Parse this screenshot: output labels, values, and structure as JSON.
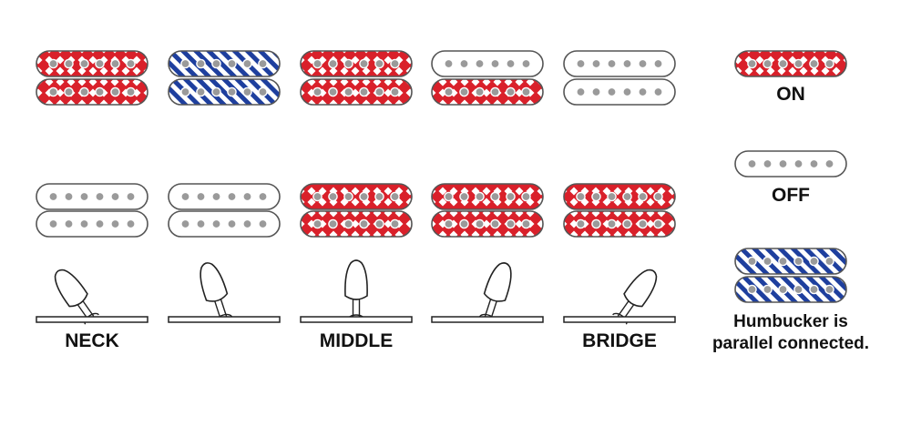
{
  "columns": [
    {
      "neck_pickup": [
        "on",
        "on"
      ],
      "bridge_pickup": [
        "off",
        "off"
      ],
      "switch_position": "neck",
      "label": "NECK"
    },
    {
      "neck_pickup": [
        "parallel",
        "parallel"
      ],
      "bridge_pickup": [
        "off",
        "off"
      ],
      "switch_position": "neck-middle",
      "label": ""
    },
    {
      "neck_pickup": [
        "on",
        "on"
      ],
      "bridge_pickup": [
        "on",
        "on"
      ],
      "switch_position": "middle",
      "label": "MIDDLE"
    },
    {
      "neck_pickup": [
        "off",
        "on"
      ],
      "bridge_pickup": [
        "on",
        "on"
      ],
      "switch_position": "middle-bridge",
      "label": ""
    },
    {
      "neck_pickup": [
        "off",
        "off"
      ],
      "bridge_pickup": [
        "on",
        "on"
      ],
      "switch_position": "bridge",
      "label": "BRIDGE"
    }
  ],
  "legend": {
    "on_label": "ON",
    "off_label": "OFF",
    "parallel_label_line1": "Humbucker is",
    "parallel_label_line2": "parallel connected."
  },
  "colors": {
    "on": "#d9202a",
    "parallel": "#1e3f9e",
    "outline": "#555555",
    "pole": "#9a9a9a"
  }
}
